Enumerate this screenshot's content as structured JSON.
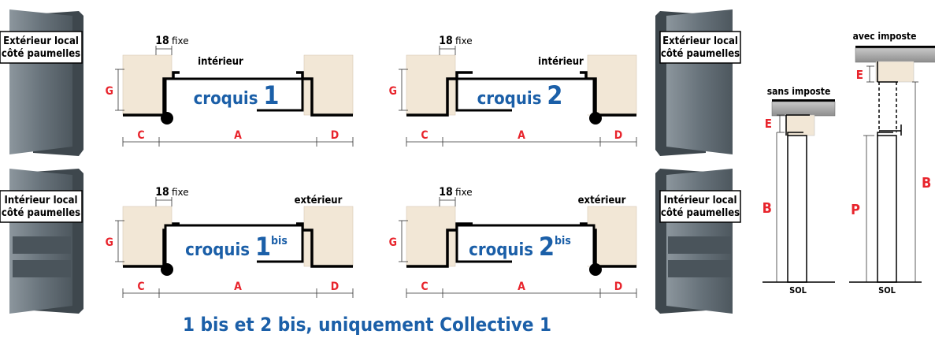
{
  "doors": {
    "top_left": "Extérieur local côté paumelles",
    "top_right": "Extérieur local côté paumelles",
    "bottom_left": "Intérieur local côté paumelles",
    "bottom_right": "Intérieur local côté paumelles"
  },
  "sketches": [
    {
      "title": "croquis",
      "number": "1",
      "sup": "",
      "side_label": "intérieur"
    },
    {
      "title": "croquis",
      "number": "2",
      "sup": "",
      "side_label": "intérieur"
    },
    {
      "title": "croquis",
      "number": "1",
      "sup": "bis",
      "side_label": "extérieur"
    },
    {
      "title": "croquis",
      "number": "2",
      "sup": "bis",
      "side_label": "extérieur"
    }
  ],
  "dims": {
    "fixed_value": "18",
    "fixed_label": "fixe",
    "A": "A",
    "C": "C",
    "D": "D",
    "G": "G"
  },
  "elevations": {
    "without": {
      "title": "sans imposte",
      "E": "E",
      "B": "B",
      "floor": "SOL"
    },
    "with": {
      "title": "avec imposte",
      "E": "E",
      "P": "P",
      "B": "B",
      "floor": "SOL"
    }
  },
  "footer": "1 bis et 2 bis, uniquement Collective 1",
  "colors": {
    "accent_red": "#e8242c",
    "title_blue": "#1b5fa8",
    "wall": "#f2e7d6",
    "door_grey": "#6f7a82",
    "lintel_grey": "#a8a8a8"
  }
}
